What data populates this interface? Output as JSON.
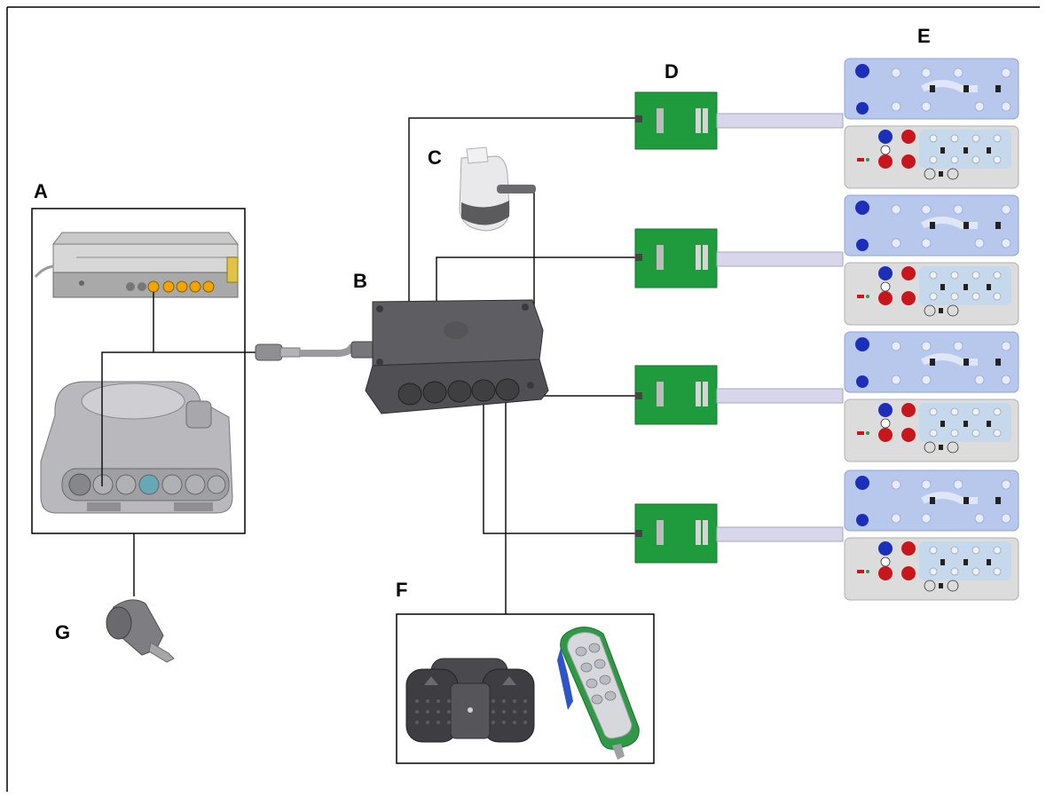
{
  "labels": {
    "a": "A",
    "b": "B",
    "c": "C",
    "d": "D",
    "e": "E",
    "f": "F",
    "g": "G"
  },
  "colors": {
    "frame": "#000000",
    "line": "#111111",
    "pcb": "#1f9a3c",
    "pcb_dark": "#16782e",
    "panel_blue": "#b8c8ec",
    "panel_grey": "#dcdcdc",
    "housing": "#5b5b5b",
    "housing_light": "#8a8a8a",
    "connector_yellow": "#f0a500",
    "ribbon": "#d8d6ea",
    "button_red": "#c8161d",
    "button_blue": "#1b2fb8",
    "handset_green": "#2e9a46"
  },
  "components": {
    "a": "control-unit-and-battery-icon",
    "b": "junction-box-icon",
    "c": "sensor-icon",
    "d": "circuit-board-icon",
    "e": "control-panel-icon",
    "f": "foot-switch-and-handset-icon",
    "g": "connector-plug-icon"
  }
}
